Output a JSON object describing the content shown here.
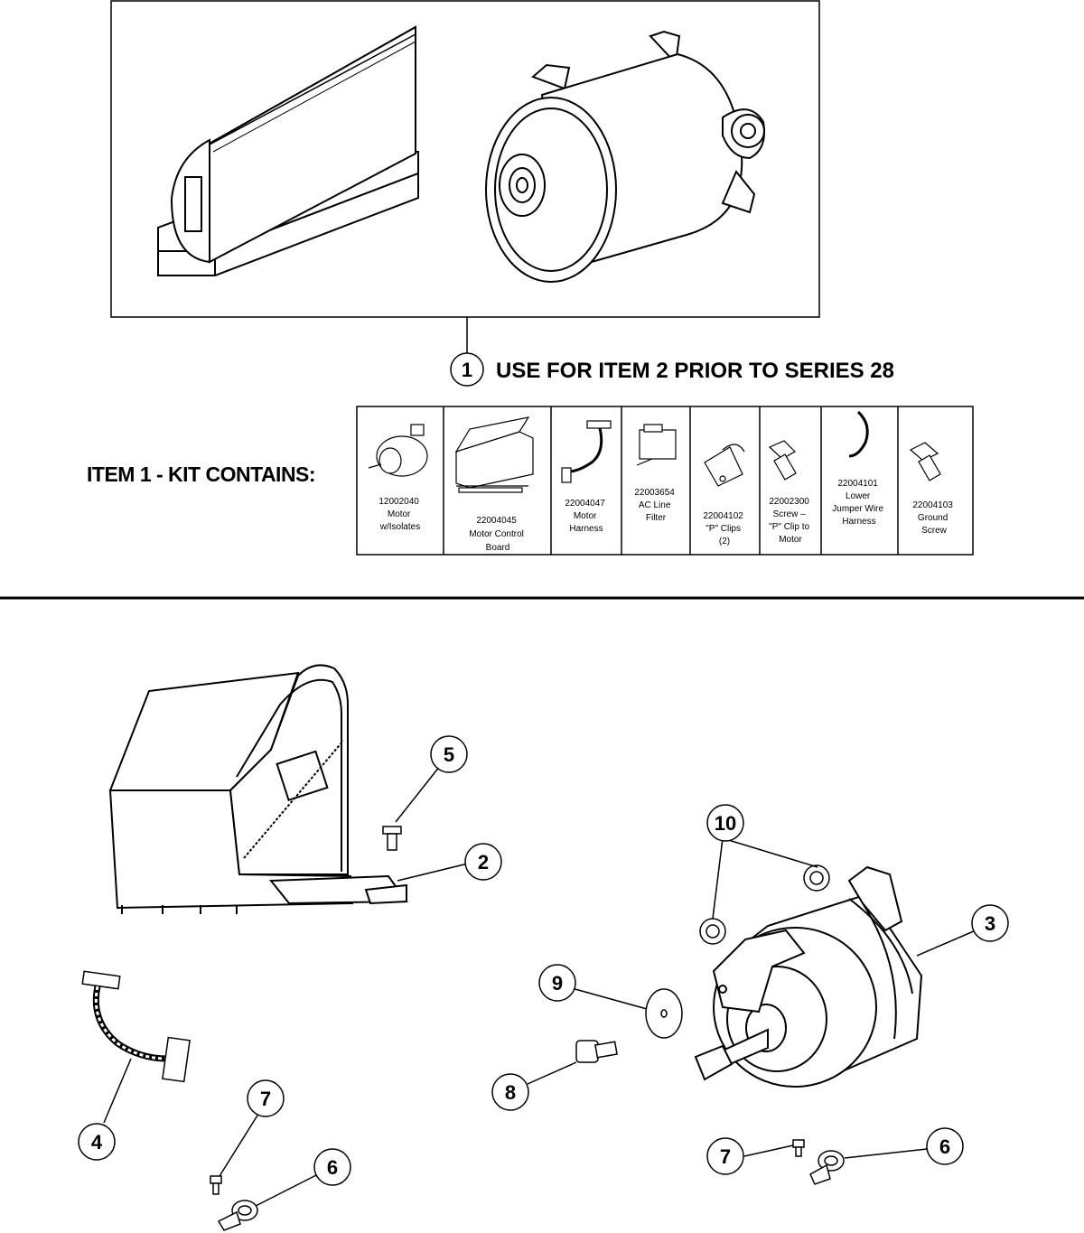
{
  "headline": {
    "item_number": "1",
    "text": "USE FOR ITEM 2 PRIOR TO SERIES 28"
  },
  "kit": {
    "title": "ITEM 1 - KIT CONTAINS:",
    "parts": [
      {
        "lines": [
          "12002040",
          "Motor",
          "w/Isolates"
        ],
        "icon": "motor-icon"
      },
      {
        "lines": [
          "22004045",
          "Motor Control",
          "Board"
        ],
        "icon": "control-board-icon"
      },
      {
        "lines": [
          "22004047",
          "Motor",
          "Harness"
        ],
        "icon": "harness-icon"
      },
      {
        "lines": [
          "22003654",
          "AC Line",
          "Filter"
        ],
        "icon": "line-filter-icon"
      },
      {
        "lines": [
          "22004102",
          "\"P\" Clips",
          "(2)"
        ],
        "icon": "p-clip-icon"
      },
      {
        "lines": [
          "22002300",
          "Screw –",
          "\"P\" Clip to",
          "Motor"
        ],
        "icon": "screw-icon"
      },
      {
        "lines": [
          "22004101",
          "Lower",
          "Jumper Wire",
          "Harness"
        ],
        "icon": "jumper-wire-icon"
      },
      {
        "lines": [
          "22004103",
          "Ground",
          "Screw"
        ],
        "icon": "ground-screw-icon"
      }
    ]
  },
  "callouts": {
    "c2": "2",
    "c3": "3",
    "c4": "4",
    "c5": "5",
    "c6a": "6",
    "c6b": "6",
    "c7a": "7",
    "c7b": "7",
    "c8": "8",
    "c9": "9",
    "c10": "10"
  }
}
